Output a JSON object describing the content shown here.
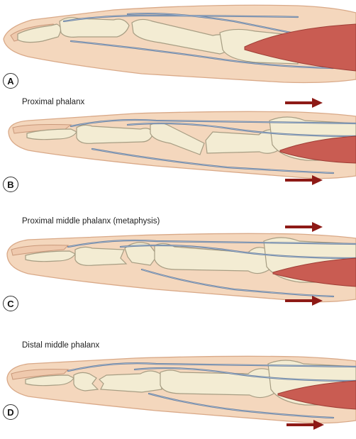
{
  "colors": {
    "skin": "#f4d7bd",
    "skin_edge": "#d9a988",
    "bone": "#f3ecd3",
    "bone_edge": "#a69d83",
    "tendon": "#9fb4cf",
    "tendon_edge": "#5e7594",
    "muscle": "#c95c52",
    "arrow": "#8e1a16"
  },
  "panels": [
    {
      "label": "A",
      "caption": ""
    },
    {
      "label": "B",
      "caption": "Proximal phalanx"
    },
    {
      "label": "C",
      "caption": "Proximal middle phalanx (metaphysis)"
    },
    {
      "label": "D",
      "caption": "Distal middle phalanx"
    }
  ]
}
